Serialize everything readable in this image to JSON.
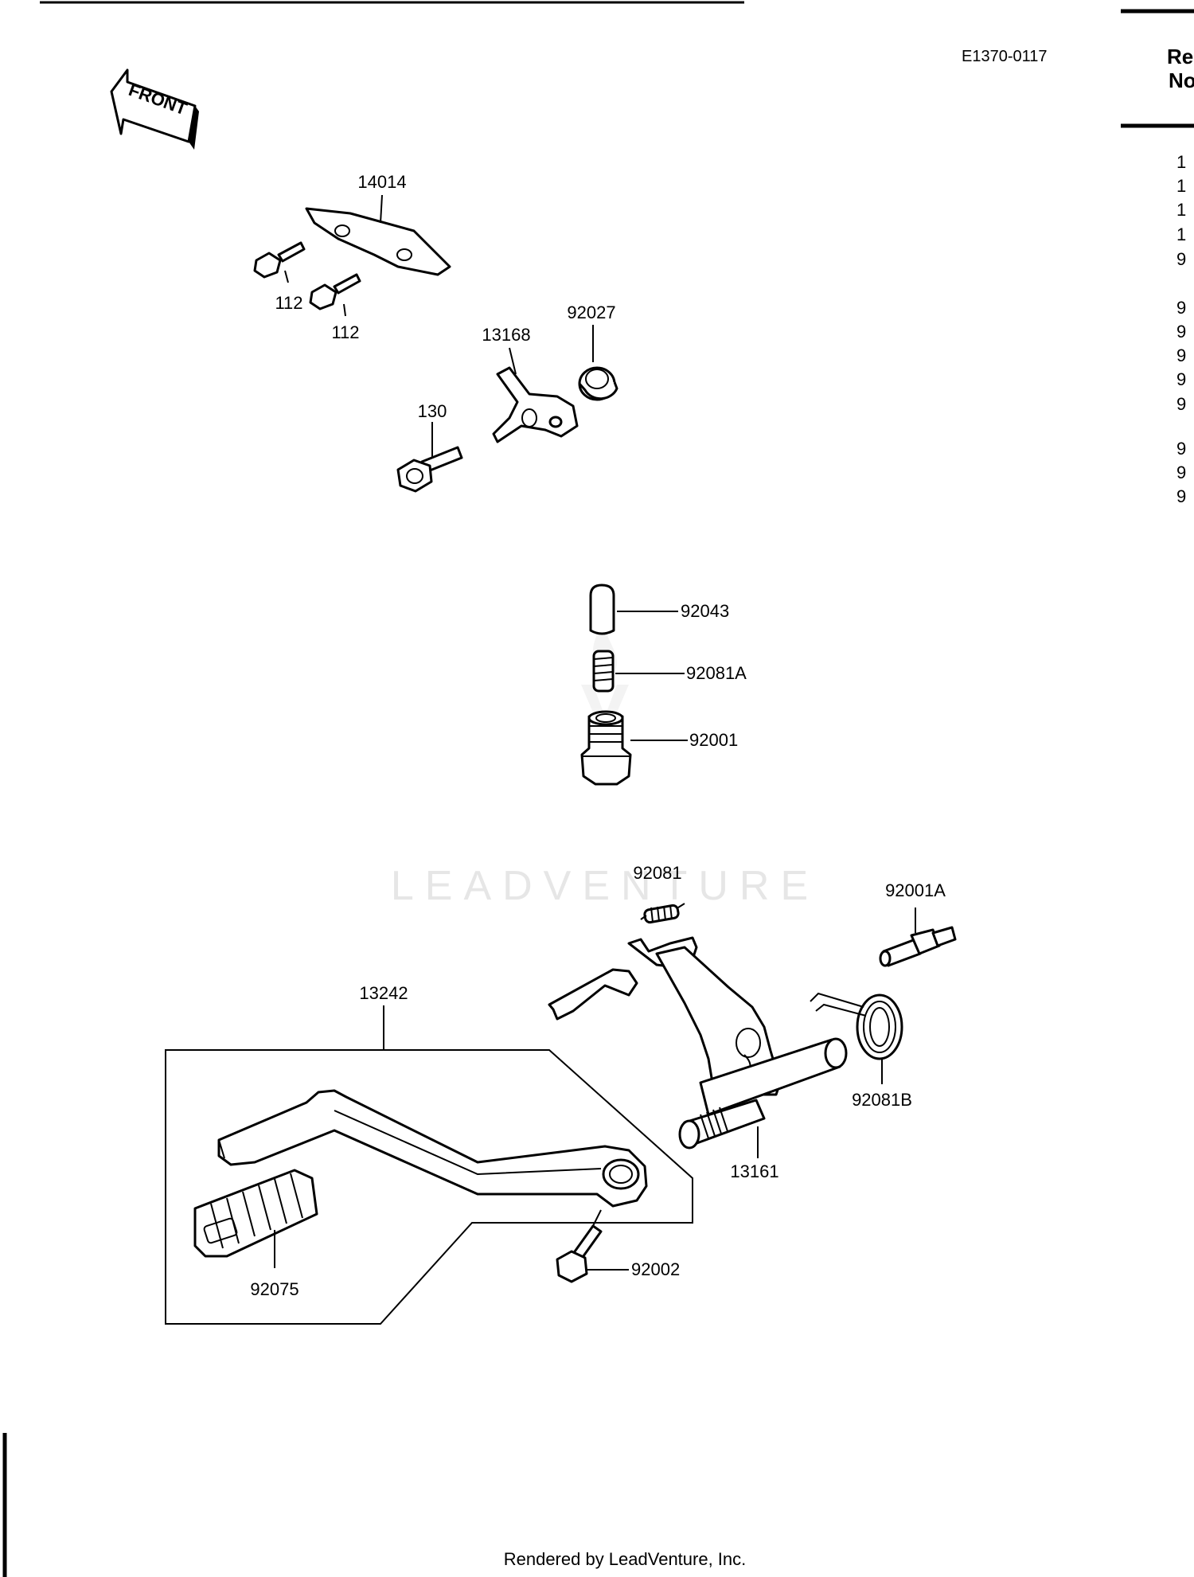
{
  "diagram_code": "E1370-0117",
  "front_label": "FRONT",
  "right_column": {
    "header_line1": "Re",
    "header_line2": "No",
    "ref_numbers": [
      "1",
      "1",
      "1",
      "1",
      "9",
      "9",
      "9",
      "9",
      "9",
      "9",
      "9",
      "9",
      "9"
    ]
  },
  "parts": {
    "p14014": "14014",
    "p112a": "112",
    "p112b": "112",
    "p13168": "13168",
    "p92027": "92027",
    "p130": "130",
    "p92043": "92043",
    "p92081A": "92081A",
    "p92001": "92001",
    "p92081": "92081",
    "p92001A": "92001A",
    "p13242": "13242",
    "p92081B": "92081B",
    "p13161": "13161",
    "p92002": "92002",
    "p92075": "92075"
  },
  "watermark": "LEADVENTURE",
  "footer": "Rendered by LeadVenture, Inc."
}
